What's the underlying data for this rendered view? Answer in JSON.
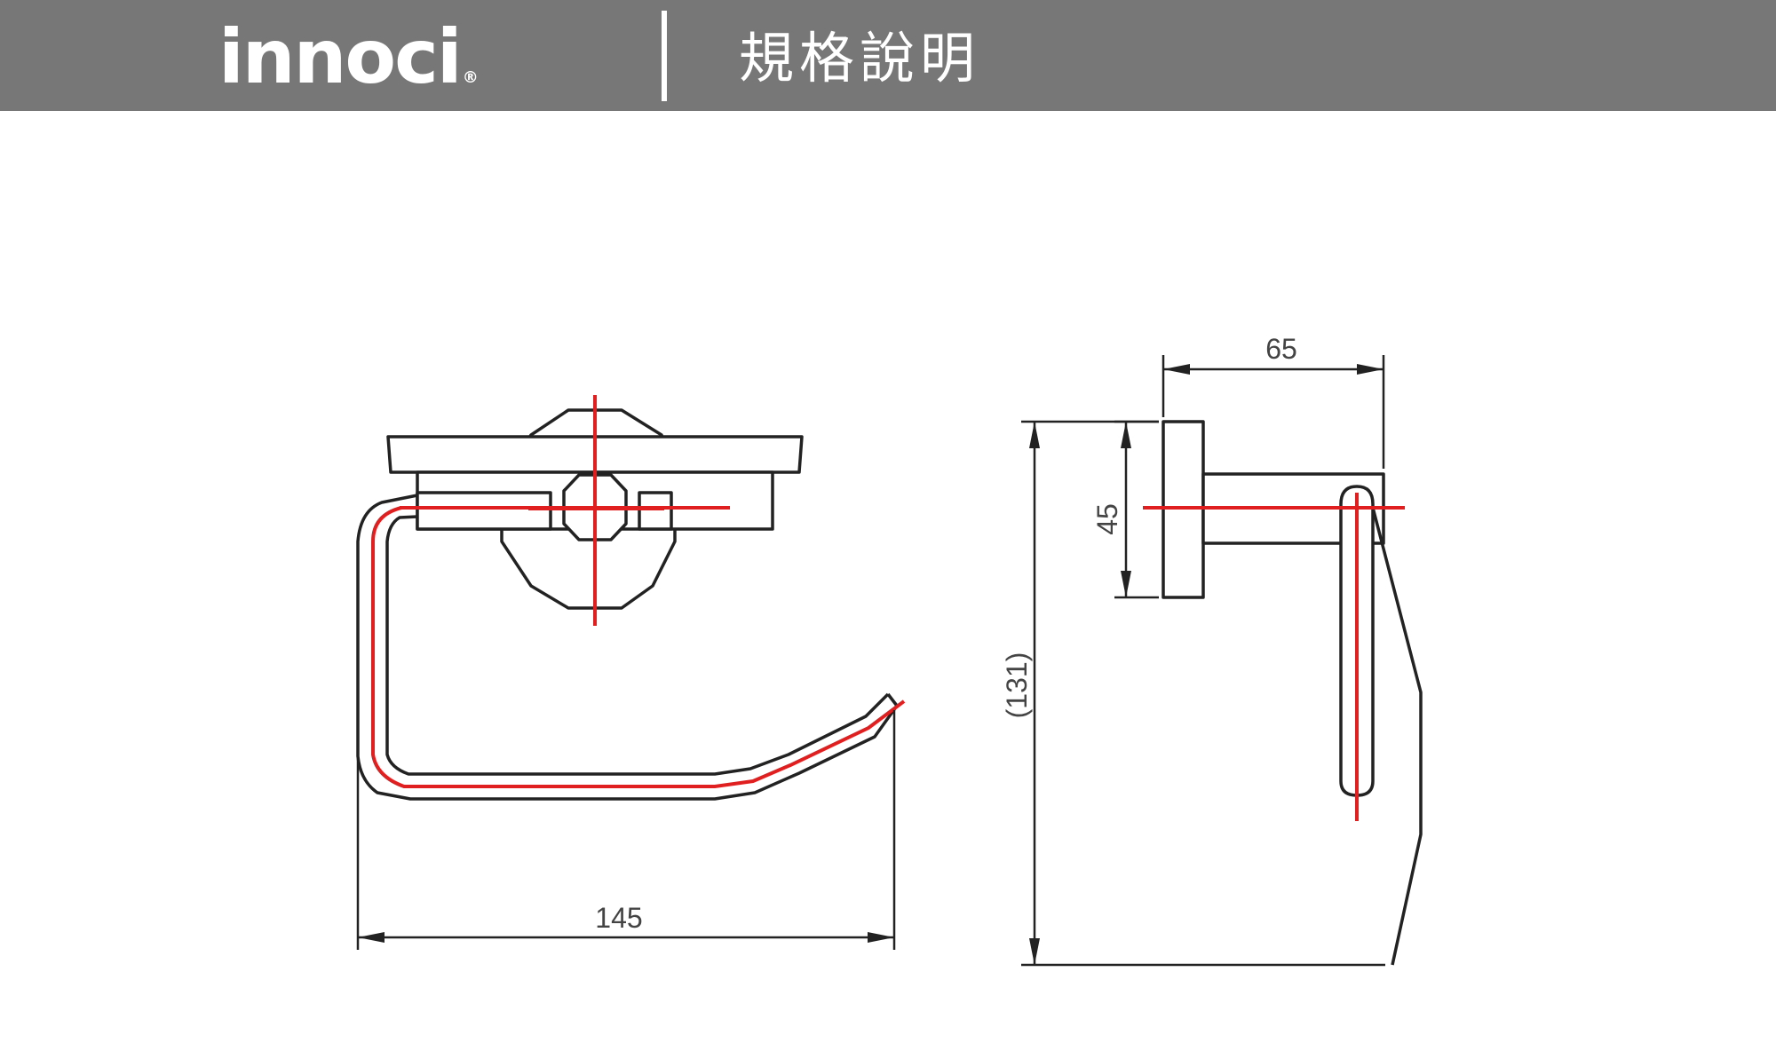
{
  "header": {
    "brand": "innoci",
    "brand_mark": "®",
    "title": "規格說明"
  },
  "colors": {
    "header_bg": "#777777",
    "line": "#222222",
    "centerline": "#e02020"
  },
  "dimensions": {
    "front_width": "145",
    "side_depth": "65",
    "side_base": "45",
    "side_height": "(131)"
  }
}
